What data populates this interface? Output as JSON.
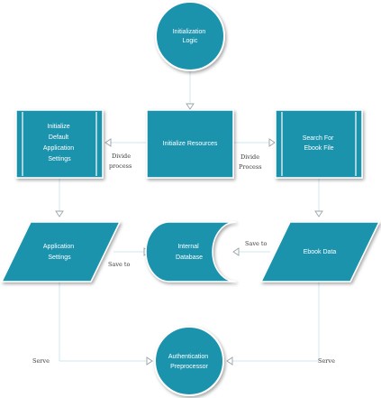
{
  "diagram": {
    "nodes": {
      "init_logic": {
        "lines": [
          "Initialization",
          "Logic"
        ]
      },
      "init_default": {
        "lines": [
          "Initialize",
          "Default",
          "Application",
          "Settings"
        ]
      },
      "init_resources": {
        "lines": [
          "Initialize Resources"
        ]
      },
      "search_ebook": {
        "lines": [
          "Search For",
          "Ebook File"
        ]
      },
      "app_settings": {
        "lines": [
          "Application",
          "Settings"
        ]
      },
      "internal_db": {
        "lines": [
          "Internal",
          "Database"
        ]
      },
      "ebook_data": {
        "lines": [
          "Ebook Data"
        ]
      },
      "auth_pre": {
        "lines": [
          "Authentication",
          "Preprocessor"
        ]
      }
    },
    "edges": {
      "divide_left": {
        "lines": [
          "Divide",
          "process"
        ]
      },
      "divide_right": {
        "lines": [
          "Divide",
          "Process"
        ]
      },
      "save_to_left": {
        "lines": [
          "Save to"
        ]
      },
      "save_to_right": {
        "lines": [
          "Save to"
        ]
      },
      "serve_left": {
        "lines": [
          "Serve"
        ]
      },
      "serve_right": {
        "lines": [
          "Serve"
        ]
      }
    },
    "colors": {
      "node_fill": "#1e93ad",
      "node_dark": "#136e83",
      "node_stroke": "#ffffff",
      "edge": "#cfe7ee",
      "arrow": "#9aa3a6"
    }
  }
}
